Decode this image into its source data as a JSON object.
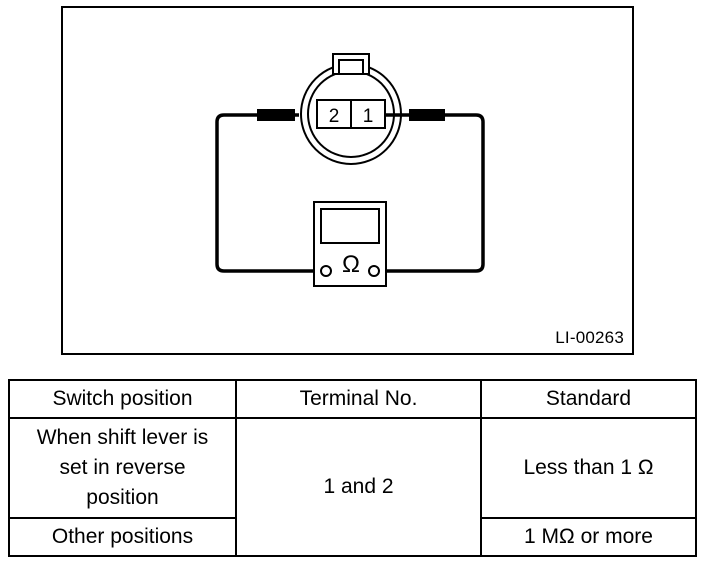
{
  "figure": {
    "id": "LI-00263",
    "connector": {
      "terminal_left": "2",
      "terminal_right": "1"
    },
    "meter_symbol": "Ω"
  },
  "table": {
    "headers": [
      "Switch position",
      "Terminal No.",
      "Standard"
    ],
    "rows": [
      {
        "switch_position_lines": [
          "When shift lever is",
          "set in reverse",
          "position"
        ],
        "terminal": "1 and 2",
        "standard": "Less than 1 Ω"
      },
      {
        "switch_position": "Other positions",
        "standard": "1 MΩ or more"
      }
    ]
  }
}
